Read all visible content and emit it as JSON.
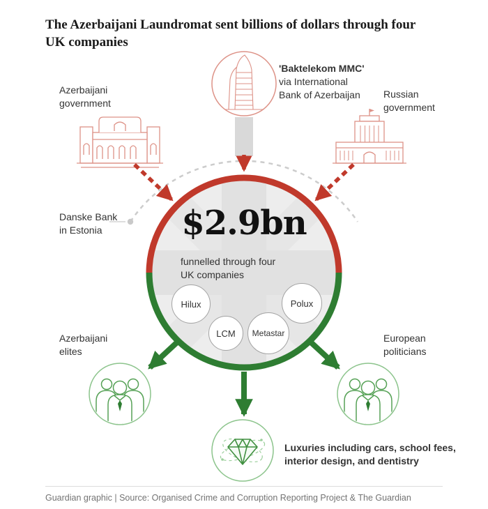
{
  "title": {
    "line1": "The Azerbaijani Laundromat sent billions of dollars through four",
    "line2": "UK companies"
  },
  "sources": {
    "azerbaijani_government": {
      "line1": "Azerbaijani",
      "line2": "government"
    },
    "baktelekom": {
      "line1": "'Baktelekom MMC'",
      "line2": "via International",
      "line3": "Bank of Azerbaijan"
    },
    "russian_government": {
      "line1": "Russian",
      "line2": "government"
    }
  },
  "intermediary": {
    "line1": "Danske Bank",
    "line2": "in Estonia"
  },
  "hub": {
    "amount": "$2.9bn",
    "caption_line1": "funnelled through four",
    "caption_line2": "UK companies",
    "companies": [
      "Hilux",
      "Polux",
      "LCM",
      "Metastar"
    ]
  },
  "destinations": {
    "elites": {
      "line1": "Azerbaijani",
      "line2": "elites"
    },
    "politicians": {
      "line1": "European",
      "line2": "politicians"
    },
    "luxuries": {
      "line1": "Luxuries including cars, school fees,",
      "line2": "interior design, and dentistry"
    }
  },
  "footer": {
    "text": "Guardian graphic | Source: Organised Crime and Corruption Reporting Project & The Guardian"
  },
  "colors": {
    "inflow_red": "#c0392b",
    "outflow_green": "#2e7d32",
    "building_icon_red": "#dd9287",
    "people_icon_green": "#55a155",
    "hub_fill_gray": "#ededed"
  },
  "icons": {
    "azerbaijani_government": "government-building-icon",
    "baktelekom": "skyscraper-tower-icon",
    "russian_government": "government-building-icon",
    "elites": "business-people-icon",
    "politicians": "business-people-icon",
    "luxuries": "diamond-icon",
    "danske": "route-dot-icon"
  }
}
